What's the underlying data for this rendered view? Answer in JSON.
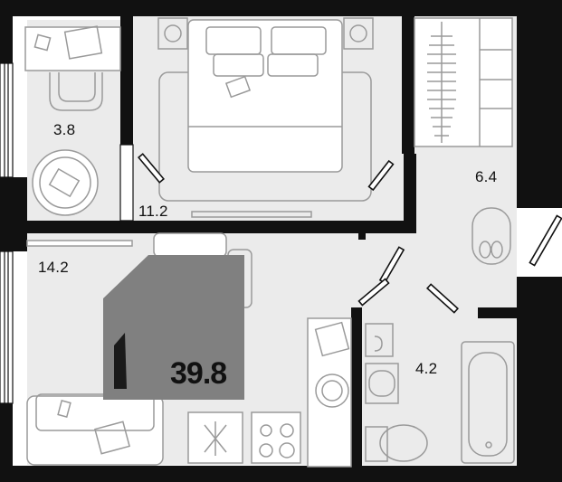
{
  "plan": {
    "total_area": "39.8",
    "rooms": [
      {
        "id": "balcony",
        "area": "3.8"
      },
      {
        "id": "bedroom",
        "area": "11.2"
      },
      {
        "id": "wardrobe",
        "area": "6.4"
      },
      {
        "id": "kitchen-living",
        "area": "14.2"
      },
      {
        "id": "bathroom",
        "area": "4.2"
      }
    ],
    "badge": {
      "rooms_count_glyph": "1",
      "colors": {
        "badge_bg": "#808080",
        "badge_dark": "#1a1a1a"
      }
    },
    "colors": {
      "wall": "#111111",
      "floor_zone": "#ebebeb",
      "furniture_line": "#9a9a9a"
    }
  }
}
